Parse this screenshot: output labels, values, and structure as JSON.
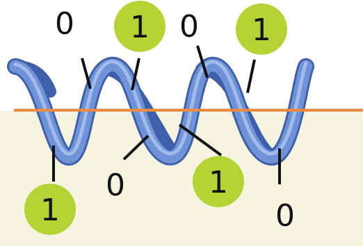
{
  "diagram": {
    "colors": {
      "background_top": "#ffffff",
      "background_bottom": "#f4f4e0",
      "boundary_line": "#f08a3c",
      "helix": "#6f93d6",
      "helix_highlight": "#b7cdf5",
      "helix_shadow": "#3f5fa8",
      "badge": "#b5d334",
      "leader_line": "#111111",
      "label_text": "#111111"
    },
    "labels": [
      {
        "id": "top-0-a",
        "text": "0",
        "badge": false
      },
      {
        "id": "top-1-a",
        "text": "1",
        "badge": true
      },
      {
        "id": "top-0-b",
        "text": "0",
        "badge": false
      },
      {
        "id": "top-1-b",
        "text": "1",
        "badge": true
      },
      {
        "id": "bottom-1-a",
        "text": "1",
        "badge": true
      },
      {
        "id": "bottom-0-a",
        "text": "0",
        "badge": false
      },
      {
        "id": "bottom-1-b",
        "text": "1",
        "badge": true
      },
      {
        "id": "bottom-0-b",
        "text": "0",
        "badge": false
      }
    ]
  }
}
